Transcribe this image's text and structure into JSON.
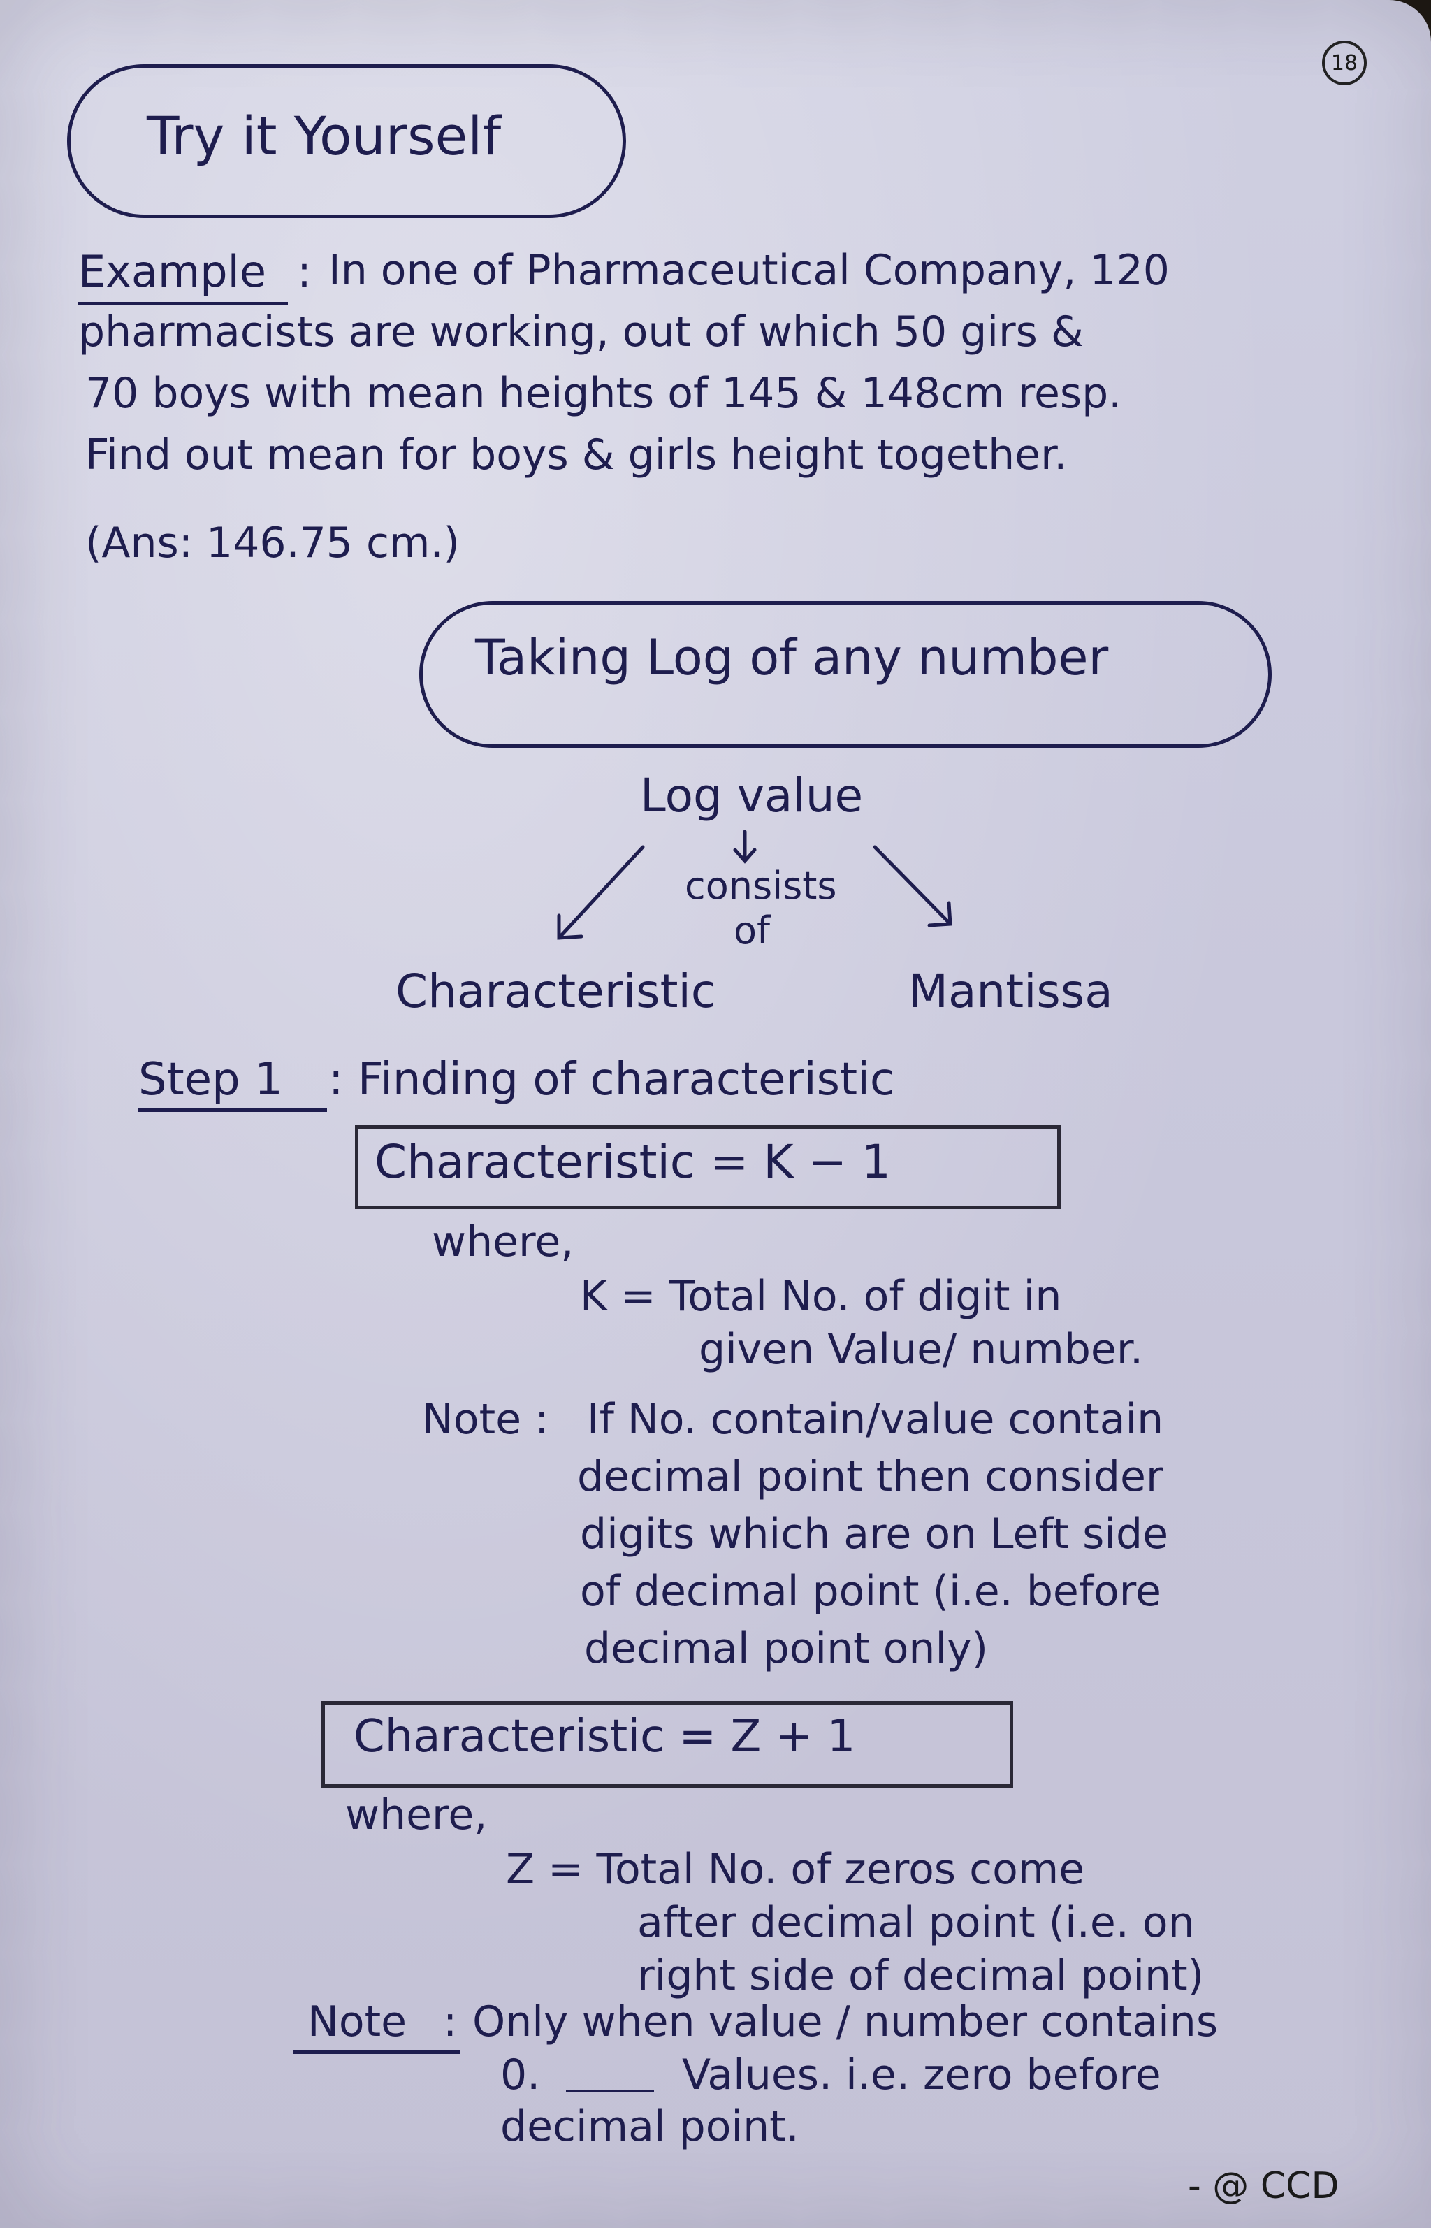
{
  "page_number": "18",
  "heading_try": "Try it Yourself",
  "example": {
    "label": "Example",
    "colon": ":",
    "lines": [
      "In one of Pharmaceutical Company, 120",
      "pharmacists are working, out of which 50 girs &",
      "70 boys with mean heights of 145 & 148cm resp.",
      "Find out mean for boys & girls height together.",
      "(Ans: 146.75 cm.)"
    ]
  },
  "heading_log": "Taking Log of any number",
  "diagram": {
    "top": "Log value",
    "middle_1": "consists",
    "middle_2": "of",
    "left": "Characteristic",
    "right": "Mantissa"
  },
  "step1": {
    "label": "Step 1",
    "text": ": Finding of characteristic"
  },
  "formula1": "Characteristic  =  K − 1",
  "where1": "where,",
  "k_def_1": "K = Total No. of digit in",
  "k_def_2": "given Value/ number.",
  "note1": {
    "label": "Note :",
    "lines": [
      "If No. contain/value contain",
      "decimal point then consider",
      "digits which are on Left side",
      "of decimal point (i.e. before",
      "decimal point only)"
    ]
  },
  "formula2": "Characteristic  =  Z + 1",
  "where2": "where,",
  "z_def": [
    "Z = Total No. of zeros come",
    "after decimal point (i.e. on",
    "right side of decimal point)"
  ],
  "note2": {
    "label": "Note",
    "colon": ":",
    "line1": "Only when value / number contains",
    "line2": "Values. i.e. zero before",
    "blank_prefix": "0.",
    "line3": "decimal point."
  },
  "signature": "- @ CCD"
}
